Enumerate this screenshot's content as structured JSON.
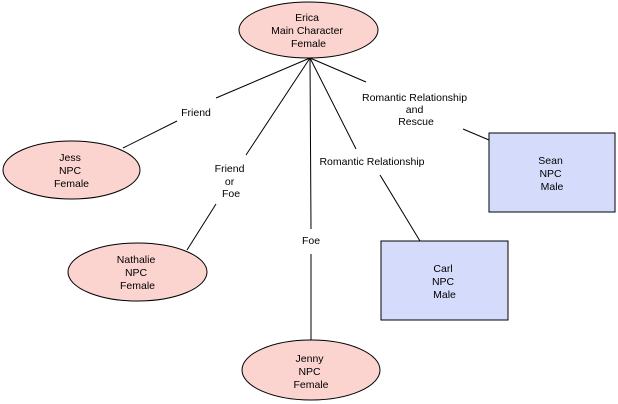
{
  "colors": {
    "female_fill": "#fbd3cf",
    "male_fill": "#d5dcfb",
    "stroke": "#000000"
  },
  "nodes": {
    "erica": {
      "lines": [
        "Erica",
        "Main Character",
        "Female"
      ]
    },
    "jess": {
      "lines": [
        "Jess",
        "NPC",
        "Female"
      ]
    },
    "nathalie": {
      "lines": [
        "Nathalie",
        "NPC",
        "Female"
      ]
    },
    "jenny": {
      "lines": [
        "Jenny",
        "NPC",
        "Female"
      ]
    },
    "carl": {
      "lines": [
        "Carl",
        "NPC",
        "Male"
      ]
    },
    "sean": {
      "lines": [
        "Sean",
        "NPC",
        "Male"
      ]
    }
  },
  "edges": {
    "friend": {
      "lines": [
        "Friend"
      ]
    },
    "friend_or_foe": {
      "lines": [
        "Friend",
        "or",
        "Foe"
      ]
    },
    "foe": {
      "lines": [
        "Foe"
      ]
    },
    "romantic": {
      "lines": [
        "Romantic Relationship"
      ]
    },
    "romantic_rescue": {
      "lines": [
        "Romantic Relationship",
        "and",
        "Rescue"
      ]
    }
  }
}
